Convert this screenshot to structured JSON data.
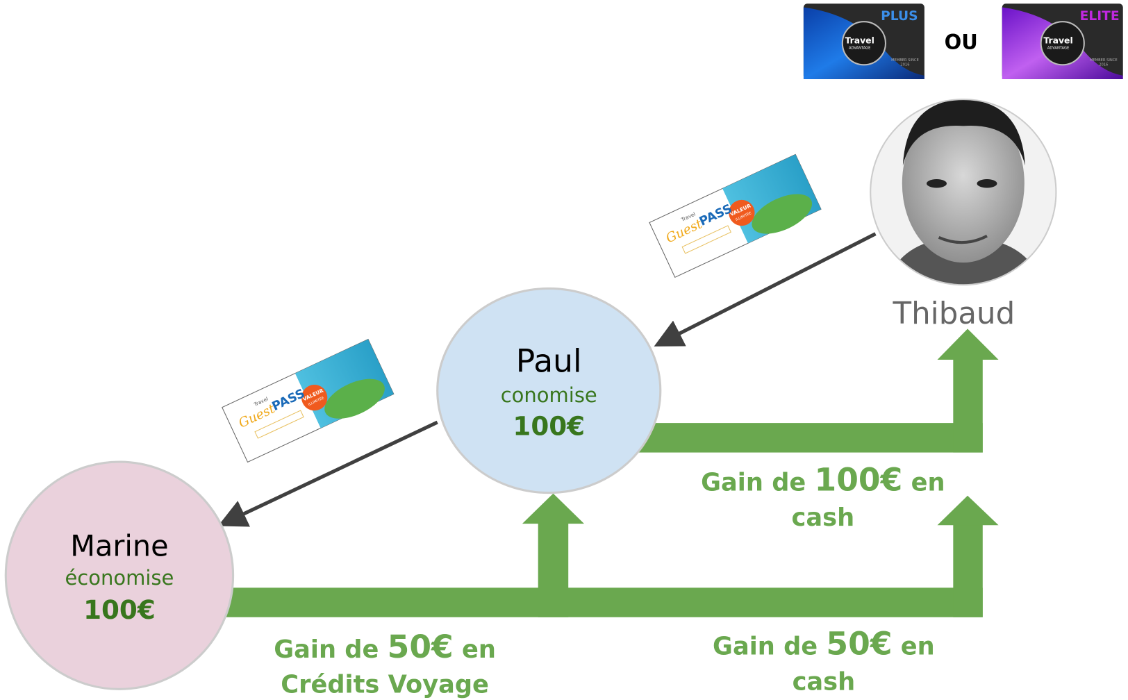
{
  "colors": {
    "green": "#6aa84f",
    "dark_green": "#38761d",
    "paul_fill": "#cfe2f3",
    "marine_fill": "#ead1dc",
    "arrow": "#404040"
  },
  "cards": {
    "plus": {
      "tier": "PLUS",
      "brand": "Travel",
      "sub": "ADVANTAGE",
      "member": "MEMBER SINCE",
      "year": "2016"
    },
    "separator": "OU",
    "elite": {
      "tier": "ELITE",
      "brand": "Travel",
      "sub": "ADVANTAGE",
      "member": "MEMBER SINCE",
      "year": "2016"
    }
  },
  "guest_pass": {
    "brand": "Travel",
    "title_a": "Guest",
    "title_b": "PASS",
    "badge_a": "VALEUR",
    "badge_b": "ILLIMITÉE"
  },
  "people": {
    "thibaud": {
      "name": "Thibaud"
    },
    "paul": {
      "name": "Paul",
      "action": "conomise",
      "amount": "100€"
    },
    "marine": {
      "name": "Marine",
      "action": "économise",
      "amount": "100€"
    }
  },
  "gains": [
    {
      "prefix": "Gain de ",
      "amount": "100€",
      "suffix": " en",
      "line2": "cash"
    },
    {
      "prefix": "Gain de ",
      "amount": "50€",
      "suffix": " en",
      "line2": "Crédits Voyage"
    },
    {
      "prefix": "Gain de ",
      "amount": "50€",
      "suffix": " en",
      "line2": "cash"
    }
  ]
}
